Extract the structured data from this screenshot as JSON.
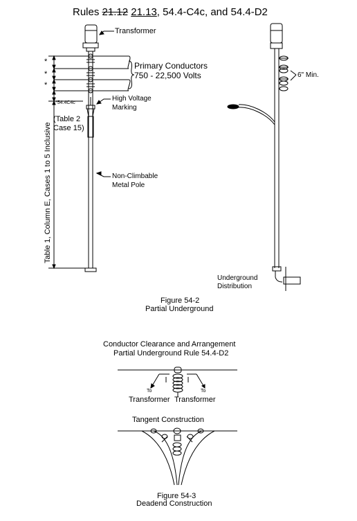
{
  "title": {
    "prefix": "Rules",
    "struck": "21.12",
    "underlined": "21.13",
    "rest": ", 54.4-C4c, and 54.4-D2"
  },
  "left_pole": {
    "transformer": "Transformer",
    "primary_line1": "Primary Conductors",
    "primary_line2": "750 - 22,500 Volts",
    "asterisk": "*",
    "rule_ref": "*54.4C4c",
    "hv_line1": "High Voltage",
    "hv_line2": "Marking",
    "table2_line1": "(Table 2",
    "table2_line2": "Case 15)",
    "pole_line1": "Non-Climbable",
    "pole_line2": "Metal Pole",
    "vertical_label": "Table 1, Column E, Cases 1 to 5 Inclusive"
  },
  "right_pole": {
    "min_label": "6\" Min.",
    "underground_line1": "Underground",
    "underground_line2": "Distribution"
  },
  "figure_54_2": {
    "line1": "Figure 54-2",
    "line2": "Partial Underground"
  },
  "clearance": {
    "line1": "Conductor Clearance and Arrangement",
    "line2": "Partial Underground Rule 54.4-D2"
  },
  "arrangement": {
    "to_left": "To",
    "to_right": "To",
    "transformer_left": "Transformer",
    "transformer_right": "Transformer",
    "tangent": "Tangent Construction"
  },
  "figure_54_3": {
    "line1": "Figure 54-3",
    "line2": "Deadend Construction"
  }
}
